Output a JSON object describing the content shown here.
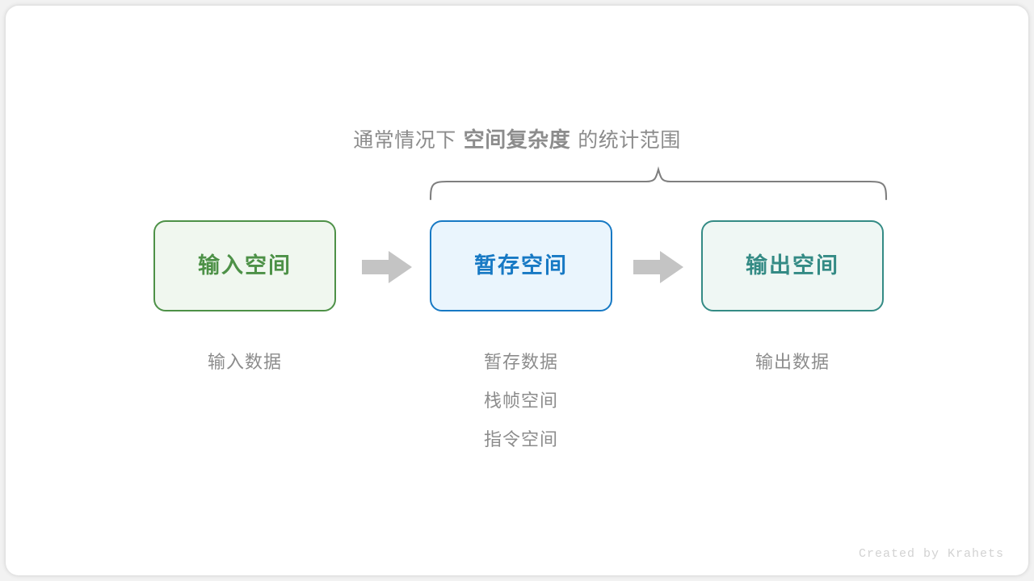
{
  "diagram": {
    "heading": {
      "prefix": "通常情况下",
      "emphasis": "空间复杂度",
      "suffix": "的统计范围"
    },
    "brace": {
      "name": "curly-brace",
      "color": "#7f7f7f",
      "spans": [
        "暂存空间",
        "输出空间"
      ]
    },
    "boxes": [
      {
        "key": "input",
        "label": "输入空间",
        "border_color": "#4d9147",
        "fill_color": "#f0f7ef",
        "text_color": "#4d9147"
      },
      {
        "key": "temp",
        "label": "暂存空间",
        "border_color": "#1779c4",
        "fill_color": "#eaf5fd",
        "text_color": "#1779c4"
      },
      {
        "key": "output",
        "label": "输出空间",
        "border_color": "#348b85",
        "fill_color": "#eff7f4",
        "text_color": "#348b85"
      }
    ],
    "arrows": [
      {
        "key": "input-to-temp",
        "color": "#c4c4c4"
      },
      {
        "key": "temp-to-output",
        "color": "#c4c4c4"
      }
    ],
    "captions": [
      {
        "key": "input",
        "lines": [
          "输入数据"
        ]
      },
      {
        "key": "temp",
        "lines": [
          "暂存数据",
          "栈帧空间",
          "指令空间"
        ]
      },
      {
        "key": "output",
        "lines": [
          "输出数据"
        ]
      }
    ],
    "credit": "Created by Krahets",
    "text_color": "#8c8c8c"
  }
}
